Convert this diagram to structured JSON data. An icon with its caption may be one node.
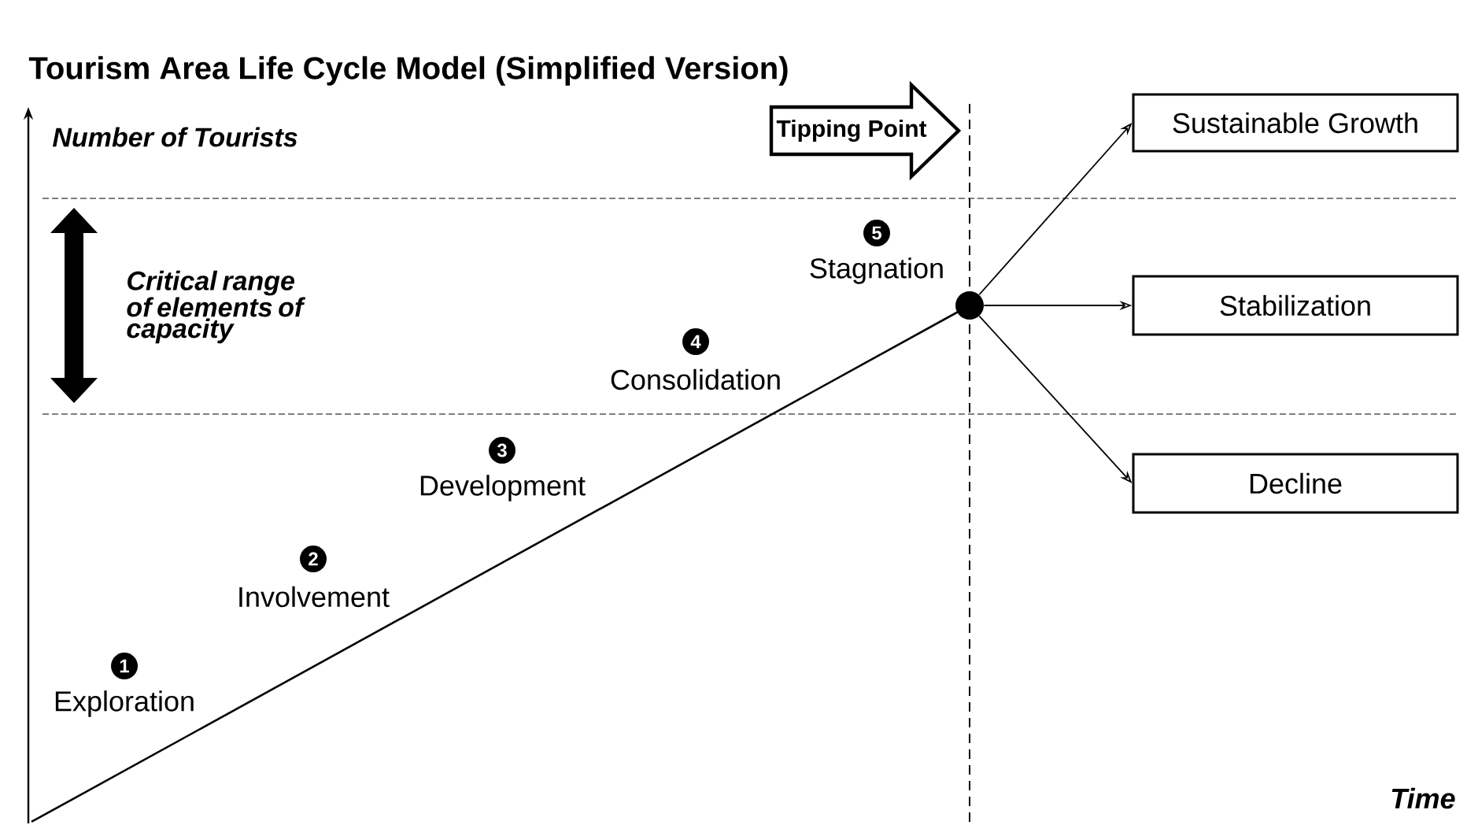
{
  "diagram": {
    "title": "Tourism Area Life Cycle Model (Simplified Version)",
    "nodes": [
      {
        "text": [
          "Tipping Point"
        ]
      },
      {
        "text": [],
        "shape": "circle"
      },
      {
        "text": [
          "Sustainable Growth"
        ]
      },
      {
        "text": [
          "Stabilization"
        ]
      },
      {
        "text": [
          "Decline"
        ]
      },
      {
        "text": [
          "5"
        ],
        "beside": [
          "Stagnation"
        ]
      },
      {
        "text": [
          "4"
        ],
        "beside": [
          "Consolidation"
        ]
      },
      {
        "text": [
          "3"
        ],
        "beside": [
          "Development"
        ]
      },
      {
        "text": [
          "2"
        ],
        "beside": [
          "Involvement"
        ]
      },
      {
        "text": [
          "1"
        ],
        "beside": [
          "Exploration"
        ]
      }
    ],
    "edges": [
      {
        "from": 1,
        "to": 2,
        "arrow": "to"
      },
      {
        "from": 1,
        "to": 3,
        "arrow": "to"
      },
      {
        "from": 1,
        "to": 4,
        "arrow": "to"
      }
    ],
    "labels": [
      "Number of Tourists",
      "Critical range of elements of capacity",
      "Time"
    ]
  }
}
